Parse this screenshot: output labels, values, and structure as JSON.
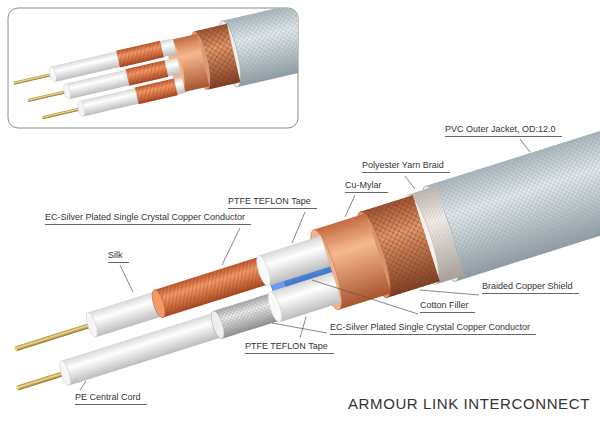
{
  "diagram": {
    "title": "ARMOUR LINK INTERCONNECT",
    "labels": [
      "PVC Outer Jacket, OD:12.0",
      "Polyester Yarn Braid",
      "Cu-Mylar",
      "PTFE TEFLON Tape",
      "EC-Silver Plated Single Crystal Copper Conductor",
      "Silk",
      "Braided Copper Shield",
      "Cotton Filler",
      "EC-Silver Plated Single Crystal Copper Conductor",
      "PTFE TEFLON Tape",
      "PE Central Cord"
    ]
  }
}
